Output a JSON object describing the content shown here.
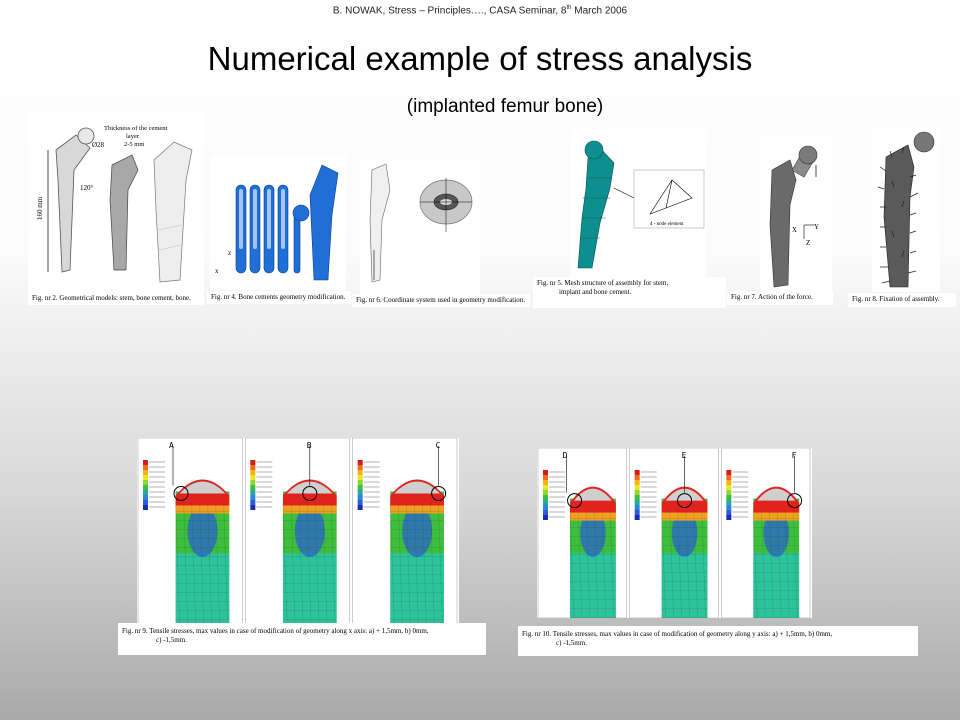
{
  "header": {
    "line_before_sup": "B. NOWAK, Stress – Principles…., CASA Seminar, 8",
    "sup": "th",
    "line_after_sup": " March 2006"
  },
  "title": "Numerical example of stress analysis",
  "subtitle": "(implanted femur bone)",
  "figures": {
    "fig2": {
      "caption": "Fig. nr 2. Geometrical models: stem, bone cement, bone.",
      "label_thickness": "Thickness of the cement",
      "label_layer": "layer",
      "label_range": "2-5 mm",
      "label_dia": "Ø28",
      "label_angle": "120°",
      "label_len": "160 mm"
    },
    "fig4": {
      "caption": "Fig. nr 4. Bone cements geometry modification.",
      "axis_x": "x",
      "axis_z": "z"
    },
    "fig6": {
      "caption": "Fig. nr 6. Coordinate system used in geometry modification."
    },
    "fig5": {
      "caption_l1": "Fig. nr 5. Mesh structure of assembly for stem,",
      "caption_l2": "implant and bone cement.",
      "inset_caption": "4 - node element"
    },
    "fig7": {
      "caption": "Fig. nr 7. Action of the force.",
      "axis_x": "X",
      "axis_y": "Y",
      "axis_z": "Z"
    },
    "fig8": {
      "caption": "Fig. nr 8. Fixation of assembly."
    },
    "fig9": {
      "caption_l1": "Fig. nr 9. Tensile stresses, max values in case of modification of geometry along x axis: a) + 1,5mm, b) 0mm,",
      "caption_l2": "c) -1,5mm.",
      "markers": [
        "A",
        "B",
        "C"
      ]
    },
    "fig10": {
      "caption_l1": "Fig. nr 10. Tensile stresses, max values in case of modification of geometry along y axis: a) + 1,5mm, b) 0mm,",
      "caption_l2": "c) -1,5mm.",
      "markers": [
        "D",
        "E",
        "F"
      ]
    }
  },
  "colors": {
    "stem_blue": "#1f6fd6",
    "mesh_teal": "#0e8f8f",
    "stress_red": "#e0231c",
    "stress_green": "#3cbf3c",
    "stress_blue": "#2a5bd8"
  }
}
